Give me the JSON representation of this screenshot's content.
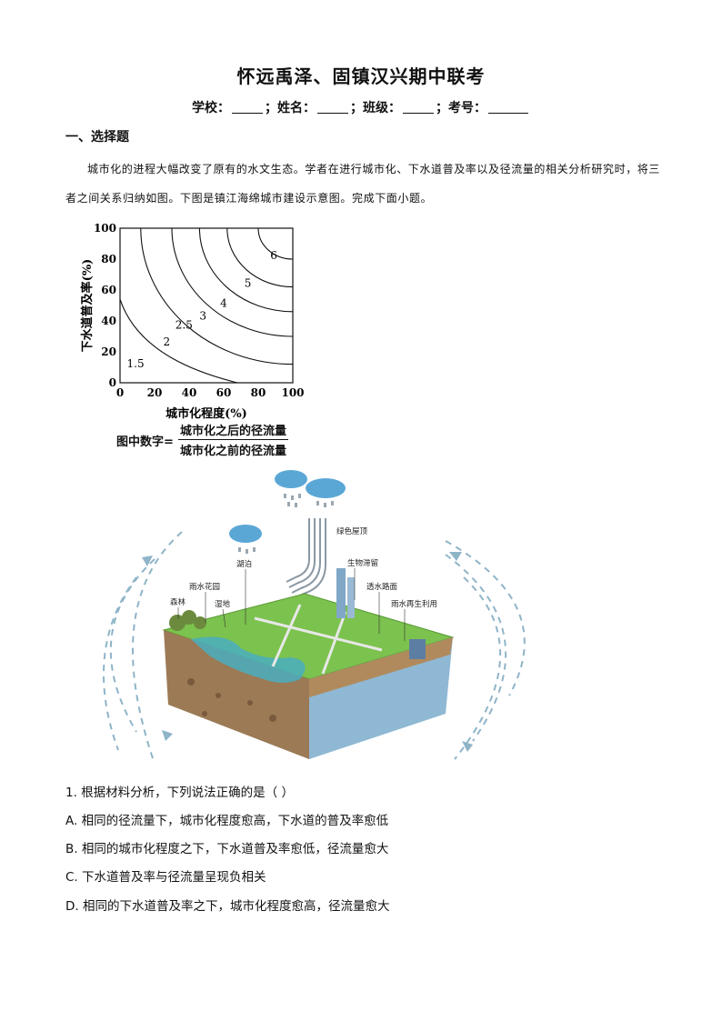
{
  "header": {
    "title": "怀远禹泽、固镇汉兴期中联考",
    "school": "学校：",
    "name": "；姓名：",
    "class": "；班级：",
    "number": "；考号："
  },
  "section": {
    "heading": "一、选择题"
  },
  "intro": "城市化的进程大幅改变了原有的水文生态。学者在进行城市化、下水道普及率以及径流量的相关分析研究时，将三者之间关系归纳如图。下图是镇江海绵城市建设示意图。完成下面小题。",
  "chart_data": {
    "type": "contour",
    "xlabel": "城市化程度(%)",
    "ylabel": "下水道普及率(%)",
    "xlim": [
      0,
      100
    ],
    "ylim": [
      0,
      100
    ],
    "x_ticks": [
      "0",
      "20",
      "40",
      "60",
      "80",
      "100"
    ],
    "y_ticks": [
      "0",
      "20",
      "40",
      "60",
      "80",
      "100"
    ],
    "contour_labels": [
      "1.5",
      "2",
      "2.5",
      "3",
      "4",
      "5",
      "6"
    ],
    "contours": [
      {
        "level": 1.5,
        "x0": 0,
        "y0": 54,
        "x1": 68,
        "y1": 0
      },
      {
        "level": 2,
        "x0": 12,
        "y0": 100,
        "x1": 100,
        "y1": 12
      },
      {
        "level": 2.5,
        "x0": 30,
        "y0": 100,
        "x1": 100,
        "y1": 30
      },
      {
        "level": 3,
        "x0": 46,
        "y0": 100,
        "x1": 100,
        "y1": 46
      },
      {
        "level": 4,
        "x0": 62,
        "y0": 100,
        "x1": 100,
        "y1": 62
      },
      {
        "level": 5,
        "x0": 80,
        "y0": 100,
        "x1": 100,
        "y1": 80
      }
    ],
    "label_positions": [
      {
        "text": "1.5",
        "x": 9,
        "y": 10
      },
      {
        "text": "2",
        "x": 27,
        "y": 24
      },
      {
        "text": "2.5",
        "x": 37,
        "y": 35
      },
      {
        "text": "3",
        "x": 48,
        "y": 41
      },
      {
        "text": "4",
        "x": 60,
        "y": 49
      },
      {
        "text": "5",
        "x": 74,
        "y": 62
      },
      {
        "text": "6",
        "x": 89,
        "y": 80
      }
    ],
    "formula_prefix": "图中数字=",
    "formula_numerator": "城市化之后的径流量",
    "formula_denominator": "城市化之前的径流量"
  },
  "diagram": {
    "labels": [
      "绿色屋顶",
      "湖泊",
      "生物滞留",
      "雨水花园",
      "透水路面",
      "森林",
      "湿地",
      "雨水再生利用"
    ]
  },
  "question": {
    "stem": "1. 根据材料分析，下列说法正确的是（     ）",
    "options": [
      "A. 相同的径流量下，城市化程度愈高，下水道的普及率愈低",
      "B. 相同的城市化程度之下，下水道普及率愈低，径流量愈大",
      "C. 下水道普及率与径流量呈现负相关",
      "D. 相同的下水道普及率之下，城市化程度愈高，径流量愈大"
    ]
  }
}
